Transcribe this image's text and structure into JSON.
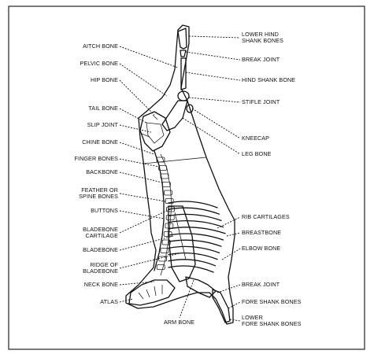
{
  "labels_left": [
    {
      "id": "aitch-bone",
      "text": "AITCH BONE"
    },
    {
      "id": "pelvic-bone",
      "text": "PELVIC BONE"
    },
    {
      "id": "hip-bone",
      "text": "HIP BONE"
    },
    {
      "id": "tail-bone",
      "text": "TAIL BONE"
    },
    {
      "id": "slip-joint",
      "text": "SLIP JOINT"
    },
    {
      "id": "chine-bone",
      "text": "CHINE BONE"
    },
    {
      "id": "finger-bones",
      "text": "FINGER BONES"
    },
    {
      "id": "backbone",
      "text": "BACKBONE"
    },
    {
      "id": "feather-spine",
      "line1": "FEATHER or",
      "line2": "SPINE BONES"
    },
    {
      "id": "buttons",
      "text": "BUTTONS"
    },
    {
      "id": "bladebone-cartilage",
      "line1": "BLADEBONE",
      "line2": "CARTILAGE"
    },
    {
      "id": "bladebone",
      "text": "BLADEBONE"
    },
    {
      "id": "ridge-bladebone",
      "line1": "RIDGE of",
      "line2": "BLADEBONE"
    },
    {
      "id": "neck-bone",
      "text": "NECK BONE"
    },
    {
      "id": "atlas",
      "text": "ATLAS"
    }
  ],
  "labels_right": [
    {
      "id": "lower-hind-shank",
      "line1": "LOWER HIND",
      "line2": "SHANK BONES"
    },
    {
      "id": "break-joint-hind",
      "text": "BREAK JOINT"
    },
    {
      "id": "hind-shank-bone",
      "text": "HIND SHANK BONE"
    },
    {
      "id": "stifle-joint",
      "text": "STIFLE JOINT"
    },
    {
      "id": "kneecap",
      "text": "KNEECAP"
    },
    {
      "id": "leg-bone",
      "text": "LEG BONE"
    },
    {
      "id": "rib-cartilages",
      "text": "RIB CARTILAGES"
    },
    {
      "id": "breastbone",
      "text": "BREASTBONE"
    },
    {
      "id": "elbow-bone",
      "text": "ELBOW BONE"
    },
    {
      "id": "break-joint-fore",
      "text": "BREAK JOINT"
    },
    {
      "id": "fore-shank",
      "text": "FORE SHANK BONES"
    },
    {
      "id": "lower-fore-shank",
      "line1": "LOWER",
      "line2": "FORE SHANK BONES"
    }
  ],
  "label_bottom": {
    "id": "arm-bone",
    "text": "ARM BONE"
  }
}
